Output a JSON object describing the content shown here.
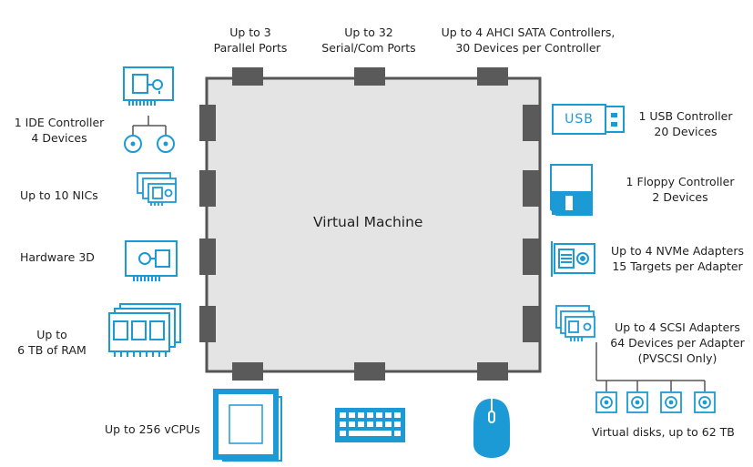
{
  "center": {
    "title": "Virtual Machine"
  },
  "top": {
    "parallel": [
      "Up to 3",
      "Parallel Ports"
    ],
    "serial": [
      "Up to 32",
      "Serial/Com Ports"
    ],
    "sata": [
      "Up to 4 AHCI SATA Controllers,",
      "30 Devices per Controller"
    ]
  },
  "left": {
    "ide": [
      "1 IDE Controller",
      "4 Devices"
    ],
    "nics": "Up to 10 NICs",
    "hw3d": "Hardware 3D",
    "ram": [
      "Up to",
      "6 TB of RAM"
    ],
    "vcpu": "Up to 256 vCPUs"
  },
  "right": {
    "usb_icon_text": "USB",
    "usb": [
      "1 USB Controller",
      "20 Devices"
    ],
    "floppy": [
      "1 Floppy Controller",
      "2 Devices"
    ],
    "nvme": [
      "Up to 4 NVMe Adapters",
      "15 Targets per Adapter"
    ],
    "scsi": [
      "Up to 4 SCSI Adapters",
      "64 Devices per Adapter",
      "(PVSCSI Only)"
    ],
    "disks": "Virtual disks, up to 62 TB"
  },
  "colors": {
    "accent": "#1c9ad6",
    "box_fill": "#e4e4e4",
    "port": "#5a5a5a",
    "text": "#222222"
  }
}
